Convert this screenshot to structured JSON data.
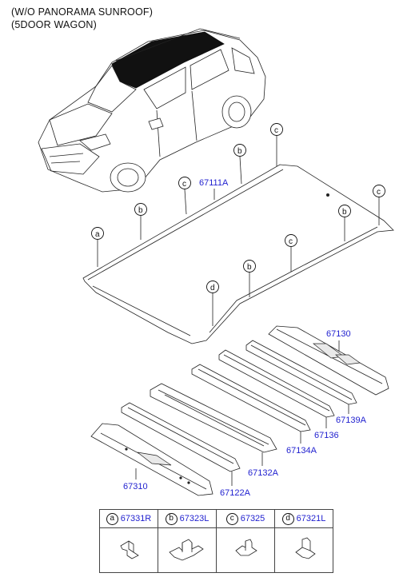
{
  "header": {
    "line1": "(W/O PANORAMA SUNROOF)",
    "line2": "(5DOOR WAGON)"
  },
  "parts": {
    "roof_panel": "67111A",
    "rail_67130": "67130",
    "rail_67139A": "67139A",
    "rail_67136": "67136",
    "rail_67134A": "67134A",
    "rail_67132A": "67132A",
    "rail_67122A": "67122A",
    "rail_67310": "67310"
  },
  "callouts": {
    "a": "a",
    "b": "b",
    "c": "c",
    "d": "d"
  },
  "legend": [
    {
      "letter": "a",
      "code": "67331R"
    },
    {
      "letter": "b",
      "code": "67323L"
    },
    {
      "letter": "c",
      "code": "67325"
    },
    {
      "letter": "d",
      "code": "67321L"
    }
  ],
  "colors": {
    "part_number": "#1f1fcf",
    "line": "#222222"
  }
}
